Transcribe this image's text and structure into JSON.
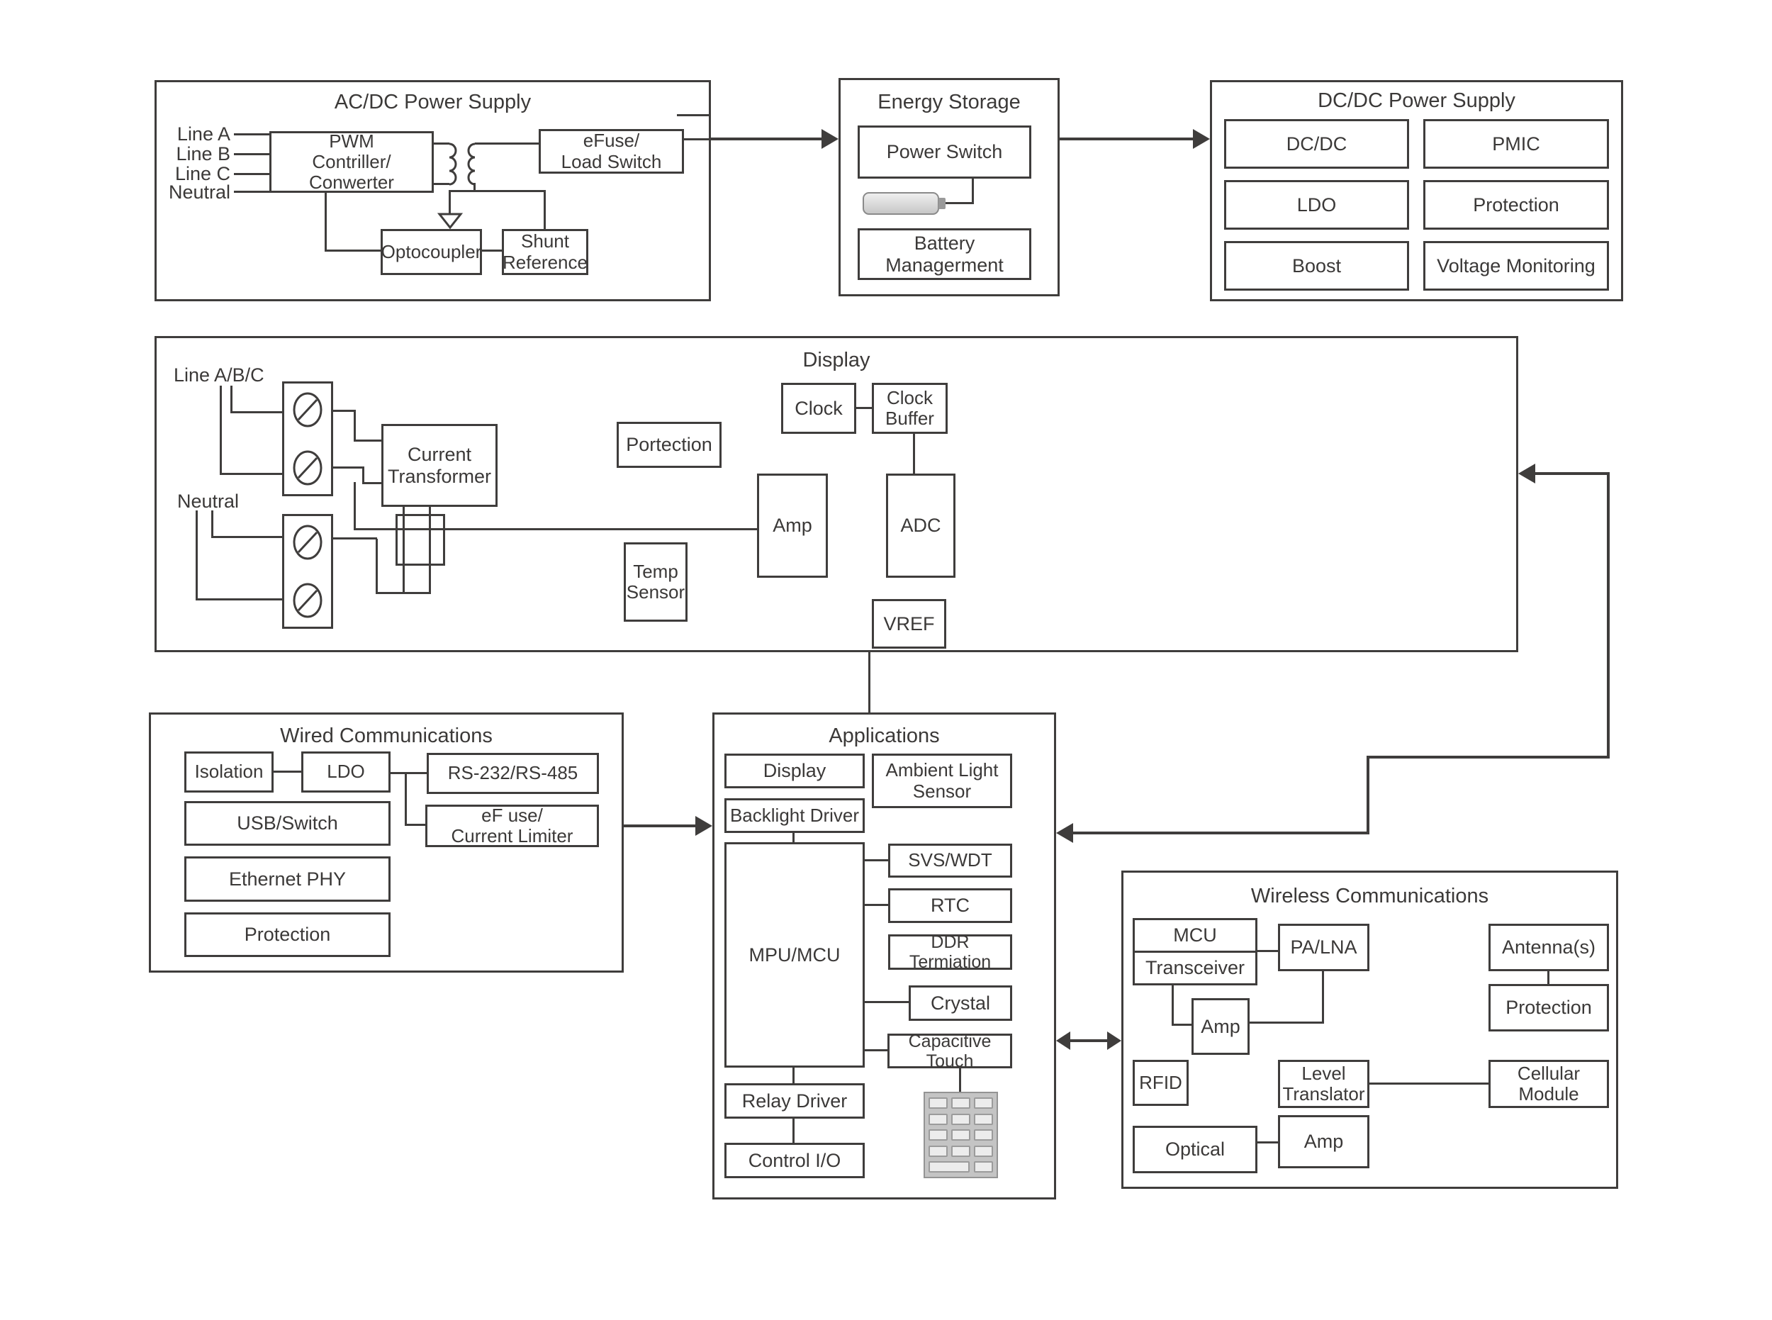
{
  "colors": {
    "line": "#3f3d3c",
    "text": "#3b3938",
    "battery_fill": "#d8d8d8",
    "keypad_fill": "#bdbdbd"
  },
  "acdc": {
    "title": "AC/DC Power Supply",
    "inputs": [
      "Line A",
      "Line B",
      "Line C",
      "Neutral"
    ],
    "pwm": "PWM\nContriller/\nConwerter",
    "efuse": "eFuse/\nLoad Switch",
    "optocoupler": "Optocoupler",
    "shunt": "Shunt\nReference"
  },
  "energy": {
    "title": "Energy Storage",
    "power_switch": "Power Switch",
    "battery_mgmt": "Battery\nManagerment"
  },
  "dcdc": {
    "title": "DC/DC Power Supply",
    "cells": [
      "DC/DC",
      "PMIC",
      "LDO",
      "Protection",
      "Boost",
      "Voltage Monitoring"
    ]
  },
  "display": {
    "title": "Display",
    "line_abc": "Line A/B/C",
    "neutral": "Neutral",
    "current_transformer": "Current\nTransformer",
    "portection": "Portection",
    "clock": "Clock",
    "clock_buffer": "Clock\nBuffer",
    "amp": "Amp",
    "adc": "ADC",
    "temp_sensor": "Temp\nSensor",
    "vref": "VREF"
  },
  "wired": {
    "title": "Wired Communications",
    "isolation": "Isolation",
    "ldo": "LDO",
    "rs": "RS-232/RS-485",
    "efuse_limiter": "eF use/\nCurrent Limiter",
    "usb": "USB/Switch",
    "ethernet": "Ethernet PHY",
    "protection": "Protection"
  },
  "apps": {
    "title": "Applications",
    "display": "Display",
    "ambient": "Ambient Light\nSensor",
    "backlight": "Backlight Driver",
    "mpu": "MPU/MCU",
    "svs": "SVS/WDT",
    "rtc": "RTC",
    "ddr": "DDR Termiation",
    "crystal": "Crystal",
    "captouch": "Capacitive Touch",
    "relay": "Relay Driver",
    "control": "Control I/O"
  },
  "wireless": {
    "title": "Wireless Communications",
    "mcu": "MCU",
    "transceiver": "Transceiver",
    "palna": "PA/LNA",
    "antenna": "Antenna(s)",
    "protection": "Protection",
    "amp1": "Amp",
    "rfid": "RFID",
    "level": "Level\nTranslator",
    "cellular": "Cellular\nModule",
    "optical": "Optical",
    "amp2": "Amp"
  }
}
